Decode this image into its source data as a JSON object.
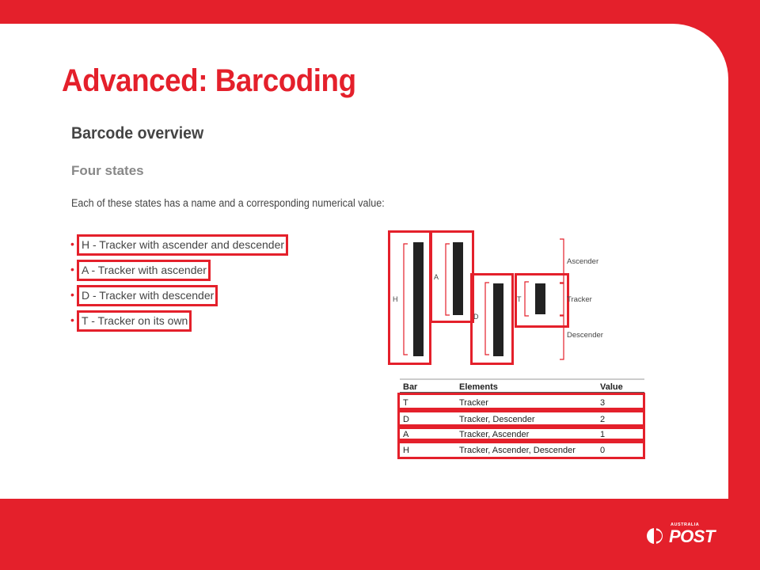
{
  "slide": {
    "title": "Advanced: Barcoding",
    "subtitle": "Barcode overview",
    "subsubtitle": "Four states",
    "intro": "Each of these states has a name and a corresponding numerical value:",
    "bullets": [
      "H - Tracker with ascender and descender",
      "A - Tracker with ascender",
      "D - Tracker with descender",
      "T - Tracker on its own"
    ]
  },
  "diagram": {
    "bar_labels": [
      "H",
      "A",
      "D",
      "T"
    ],
    "bracket_labels": [
      "Ascender",
      "Tracker",
      "Descender"
    ]
  },
  "table": {
    "headers": [
      "Bar",
      "Elements",
      "Value"
    ],
    "rows": [
      [
        "T",
        "Tracker",
        "3"
      ],
      [
        "D",
        "Tracker, Descender",
        "2"
      ],
      [
        "A",
        "Tracker, Ascender",
        "1"
      ],
      [
        "H",
        "Tracker, Ascender, Descender",
        "0"
      ]
    ]
  },
  "logo": {
    "small_text": "AUSTRALIA",
    "big_text": "POST"
  },
  "colors": {
    "brand_red": "#e4202b",
    "text_dark": "#444444",
    "text_grey": "#888888"
  }
}
